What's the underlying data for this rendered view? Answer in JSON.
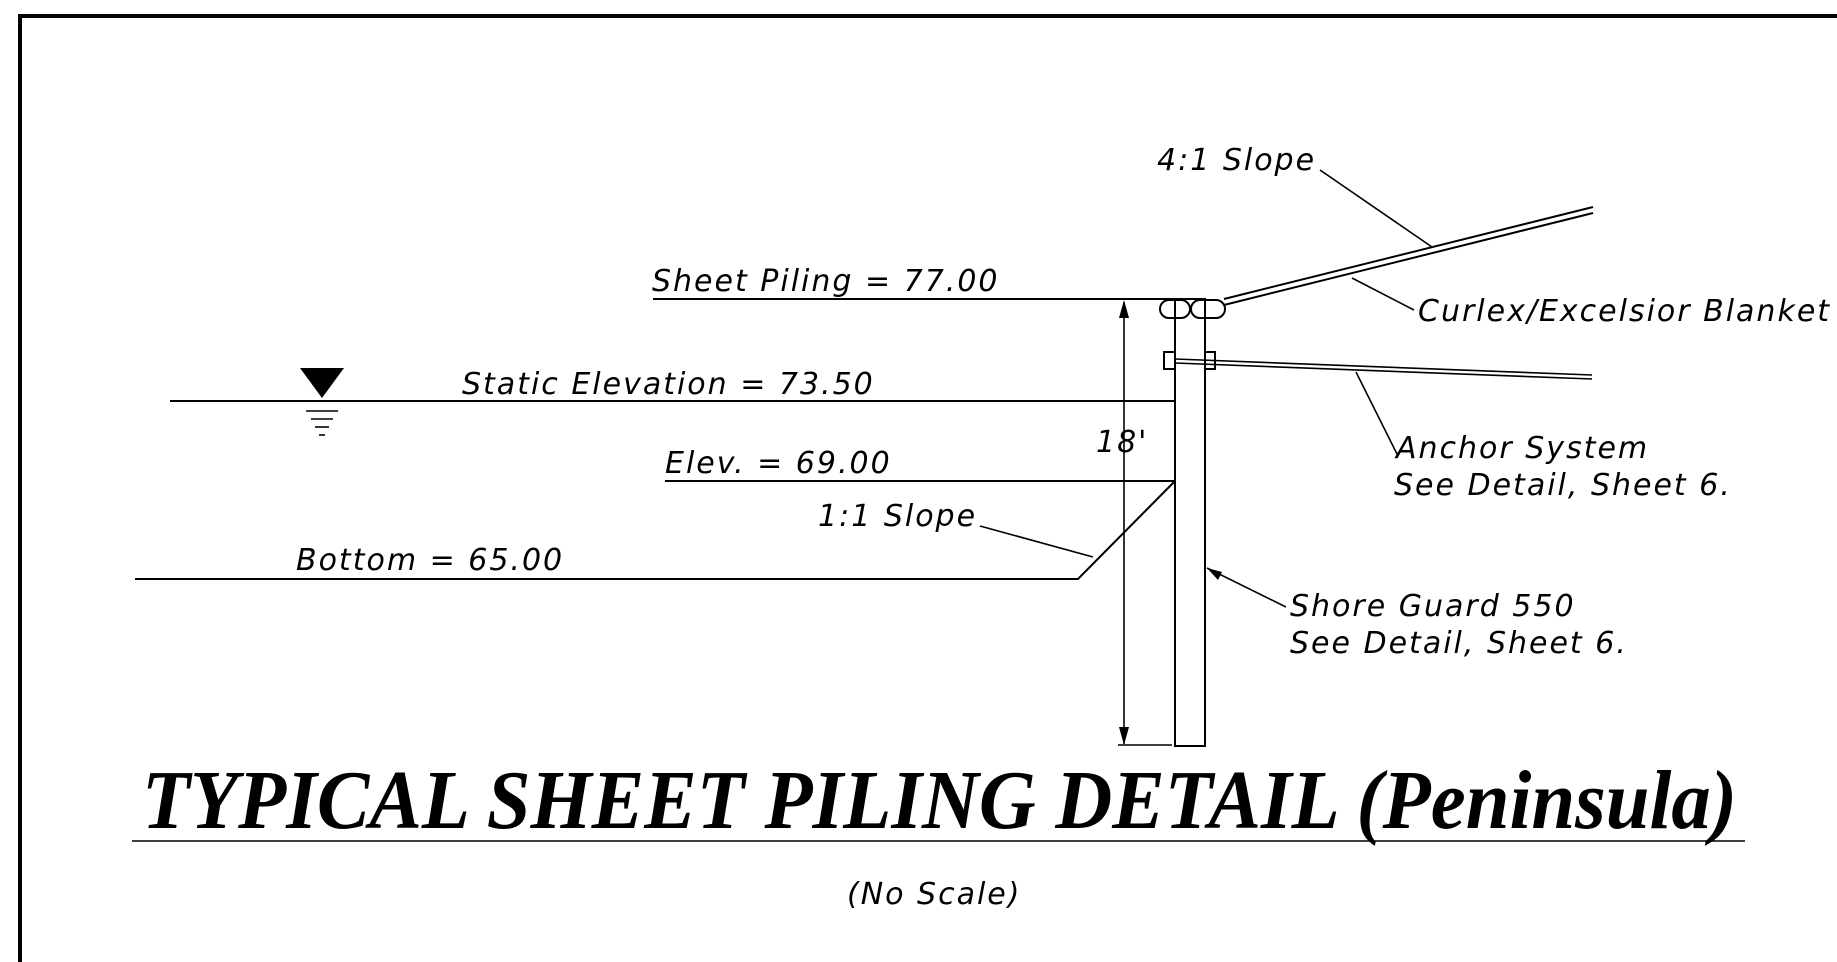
{
  "labels": {
    "slope_4_1": "4:1 Slope",
    "sheet_piling": "Sheet Piling = 77.00",
    "curlex": "Curlex/Excelsior Blanket",
    "static_elevation": "Static Elevation = 73.50",
    "anchor_line1": "Anchor System",
    "anchor_line2": "See Detail, Sheet 6.",
    "dim_18": "18'",
    "elev_69": "Elev. = 69.00",
    "slope_1_1": "1:1 Slope",
    "bottom": "Bottom = 65.00",
    "shore_line1": "Shore Guard 550",
    "shore_line2": "See Detail, Sheet 6."
  },
  "title": "TYPICAL SHEET PILING DETAIL (Peninsula)",
  "subtitle": "(No Scale)"
}
